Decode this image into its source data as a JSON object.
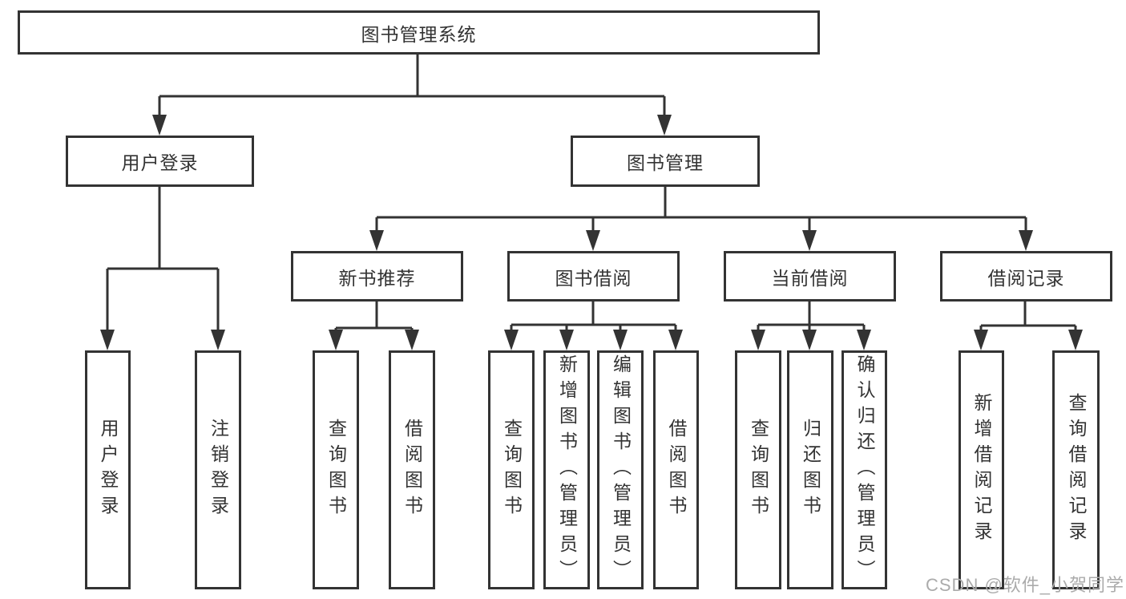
{
  "colors": {
    "line": "#333333",
    "text": "#333333",
    "box_background": "#ffffff",
    "watermark": "#ababab",
    "page_background": "#ffffff"
  },
  "tree": {
    "root": {
      "label": "图书管理系统"
    },
    "branches": [
      {
        "label": "用户登录",
        "leaves": [
          {
            "label": "用户登录"
          },
          {
            "label": "注销登录"
          }
        ]
      },
      {
        "label": "图书管理",
        "groups": [
          {
            "label": "新书推荐",
            "leaves": [
              {
                "label": "查询图书"
              },
              {
                "label": "借阅图书"
              }
            ]
          },
          {
            "label": "图书借阅",
            "leaves": [
              {
                "label": "查询图书"
              },
              {
                "label": "新增图书（管理员）"
              },
              {
                "label": "编辑图书（管理员）"
              },
              {
                "label": "借阅图书"
              }
            ]
          },
          {
            "label": "当前借阅",
            "leaves": [
              {
                "label": "查询图书"
              },
              {
                "label": "归还图书"
              },
              {
                "label": "确认归还（管理员）"
              }
            ]
          },
          {
            "label": "借阅记录",
            "leaves": [
              {
                "label": "新增借阅记录"
              },
              {
                "label": "查询借阅记录"
              }
            ]
          }
        ]
      }
    ]
  },
  "watermark": {
    "text": "CSDN @软件_小贺同学"
  }
}
